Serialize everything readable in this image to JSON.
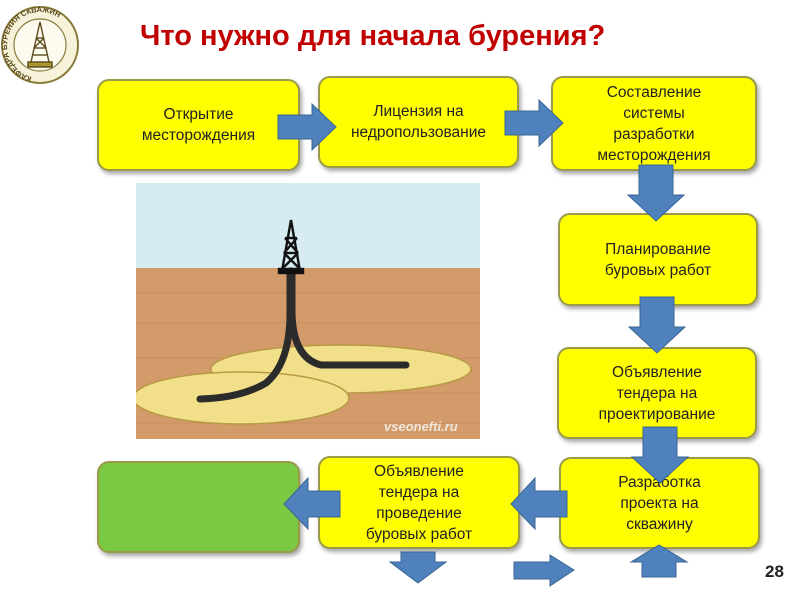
{
  "title": "Что нужно для начала бурения?",
  "page_number": "28",
  "logo": {
    "ring_text": "КАФЕДРА БУРЕНИЯ СКВАЖИН",
    "icon": "drilling-rig-logo"
  },
  "illustration": {
    "watermark": "vseonefti.ru",
    "icon": "well-drilling-illustration"
  },
  "steps": {
    "opening": "Открытие\nместорождения",
    "license": "Лицензия на\nнедропользование",
    "system": "Составление\nсистемы\nразработки\nместорождения",
    "planning": "Планирование\nбуровых работ",
    "tender_design": "Объявление\nтендера на\nпроектирование",
    "project": "Разработка\nпроекта на\nскважину",
    "tender_drilling": "Объявление\nтендера на\nпроведение\nбуровых работ",
    "final": ""
  },
  "colors": {
    "box_fill": "#ffff00",
    "final_fill": "#7ac943",
    "arrow": "#4f81bd",
    "title": "#c00000"
  }
}
